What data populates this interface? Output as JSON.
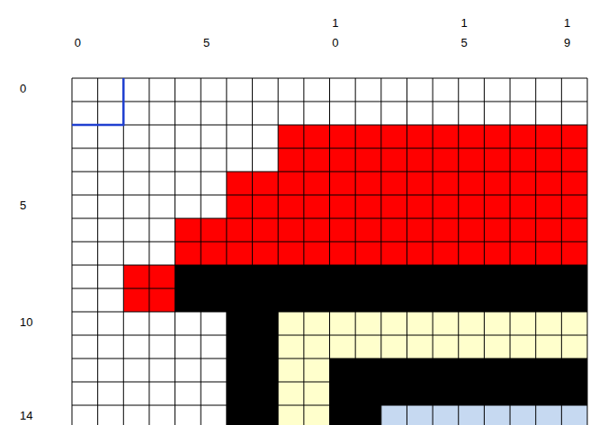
{
  "diagram": {
    "labels": [
      "0",
      "5",
      "10",
      "15",
      "19",
      "0",
      "5",
      "10",
      "14"
    ]
  }
}
